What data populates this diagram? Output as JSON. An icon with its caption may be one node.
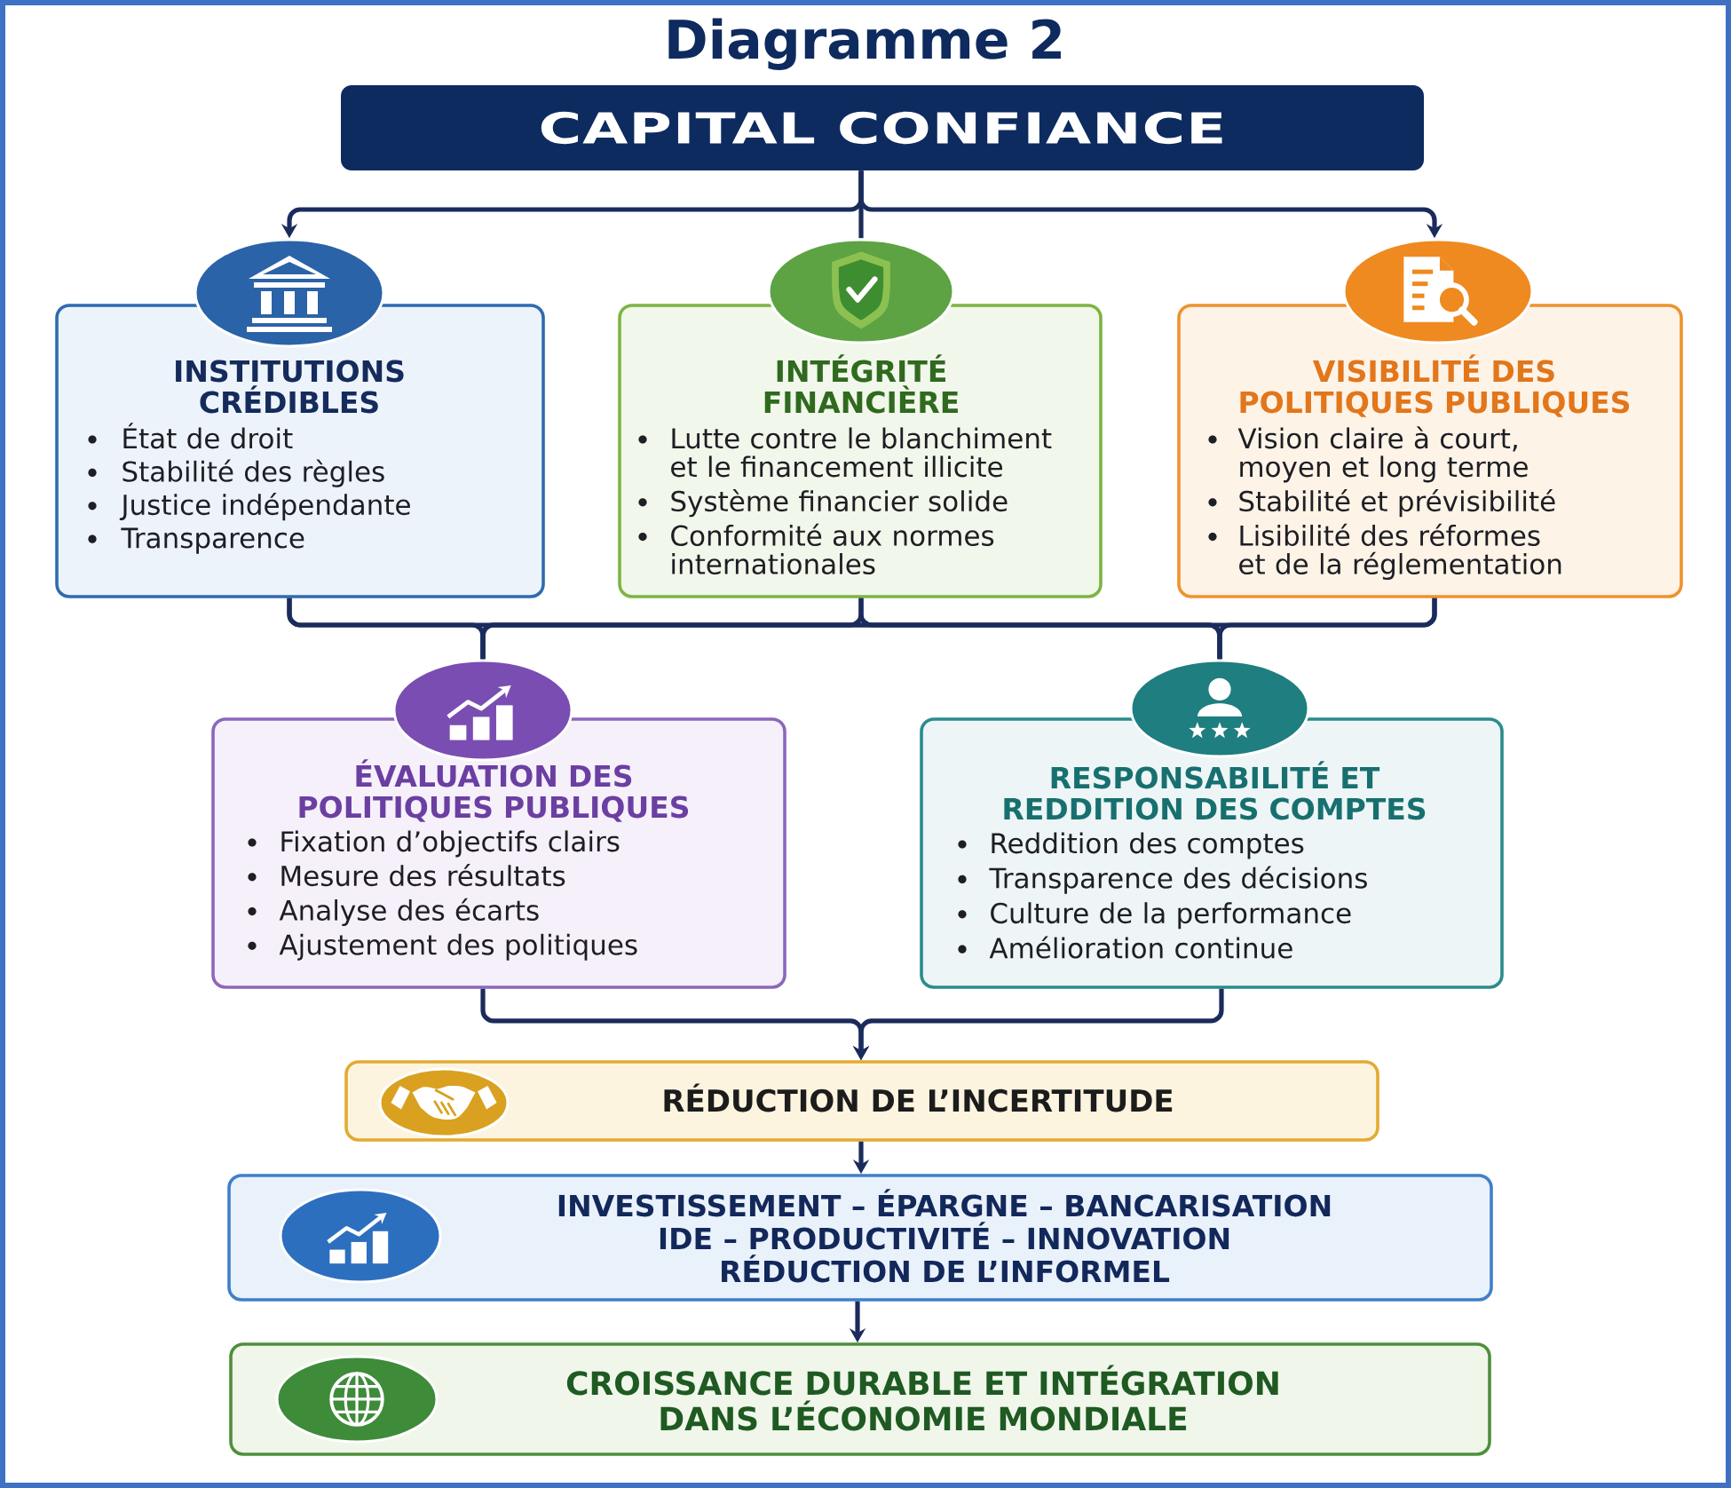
{
  "diagram": {
    "title": "Diagramme 2",
    "nodes": [
      {
        "text": [
          "CAPITAL CONFIANCE"
        ]
      },
      {
        "text": [
          "INSTITUTIONS CRÉDIBLES",
          "État de droit",
          "Stabilité des règles",
          "Justice indépendante",
          "Transparence"
        ]
      },
      {
        "text": [
          "INTÉGRITÉ FINANCIÈRE",
          "Lutte contre le blanchiment et le financement illicite",
          "Système financier solide",
          "Conformité aux normes internationales"
        ]
      },
      {
        "text": [
          "VISIBILITÉ DES POLITIQUES PUBLIQUES",
          "Vision claire à court, moyen et long terme",
          "Stabilité et prévisibilité",
          "Lisibilité des réformes et de la réglementation"
        ]
      },
      {
        "text": [
          "ÉVALUATION DES POLITIQUES PUBLIQUES",
          "Fixation d’objectifs clairs",
          "Mesure des résultats",
          "Analyse des écarts",
          "Ajustement des politiques"
        ]
      },
      {
        "text": [
          "RESPONSABILITÉ ET REDDITION DES COMPTES",
          "Reddition des comptes",
          "Transparence des décisions",
          "Culture de la performance",
          "Amélioration continue"
        ]
      },
      {
        "text": [
          "RÉDUCTION DE L’INCERTITUDE"
        ]
      },
      {
        "text": [
          "INVESTISSEMENT – ÉPARGNE – BANCARISATION",
          "IDE – PRODUCTIVITÉ – INNOVATION",
          "RÉDUCTION DE L’INFORMEL"
        ]
      },
      {
        "text": [
          "CROISSANCE DURABLE ET INTÉGRATION DANS L’ÉCONOMIE MONDIALE"
        ]
      }
    ],
    "edges": [
      {
        "from": 0,
        "to": 1,
        "arrow": "to"
      },
      {
        "from": 0,
        "to": 2,
        "arrow": "none"
      },
      {
        "from": 0,
        "to": 3,
        "arrow": "to"
      },
      {
        "from": 1,
        "to": 4,
        "arrow": "none"
      },
      {
        "from": 1,
        "to": 5,
        "arrow": "none"
      },
      {
        "from": 2,
        "to": 4,
        "arrow": "none"
      },
      {
        "from": 2,
        "to": 5,
        "arrow": "none"
      },
      {
        "from": 3,
        "to": 4,
        "arrow": "none"
      },
      {
        "from": 3,
        "to": 5,
        "arrow": "none"
      },
      {
        "from": 4,
        "to": 6,
        "arrow": "to"
      },
      {
        "from": 5,
        "to": 6,
        "arrow": "to"
      },
      {
        "from": 6,
        "to": 7,
        "arrow": "to"
      },
      {
        "from": 7,
        "to": 8,
        "arrow": "to"
      }
    ]
  }
}
